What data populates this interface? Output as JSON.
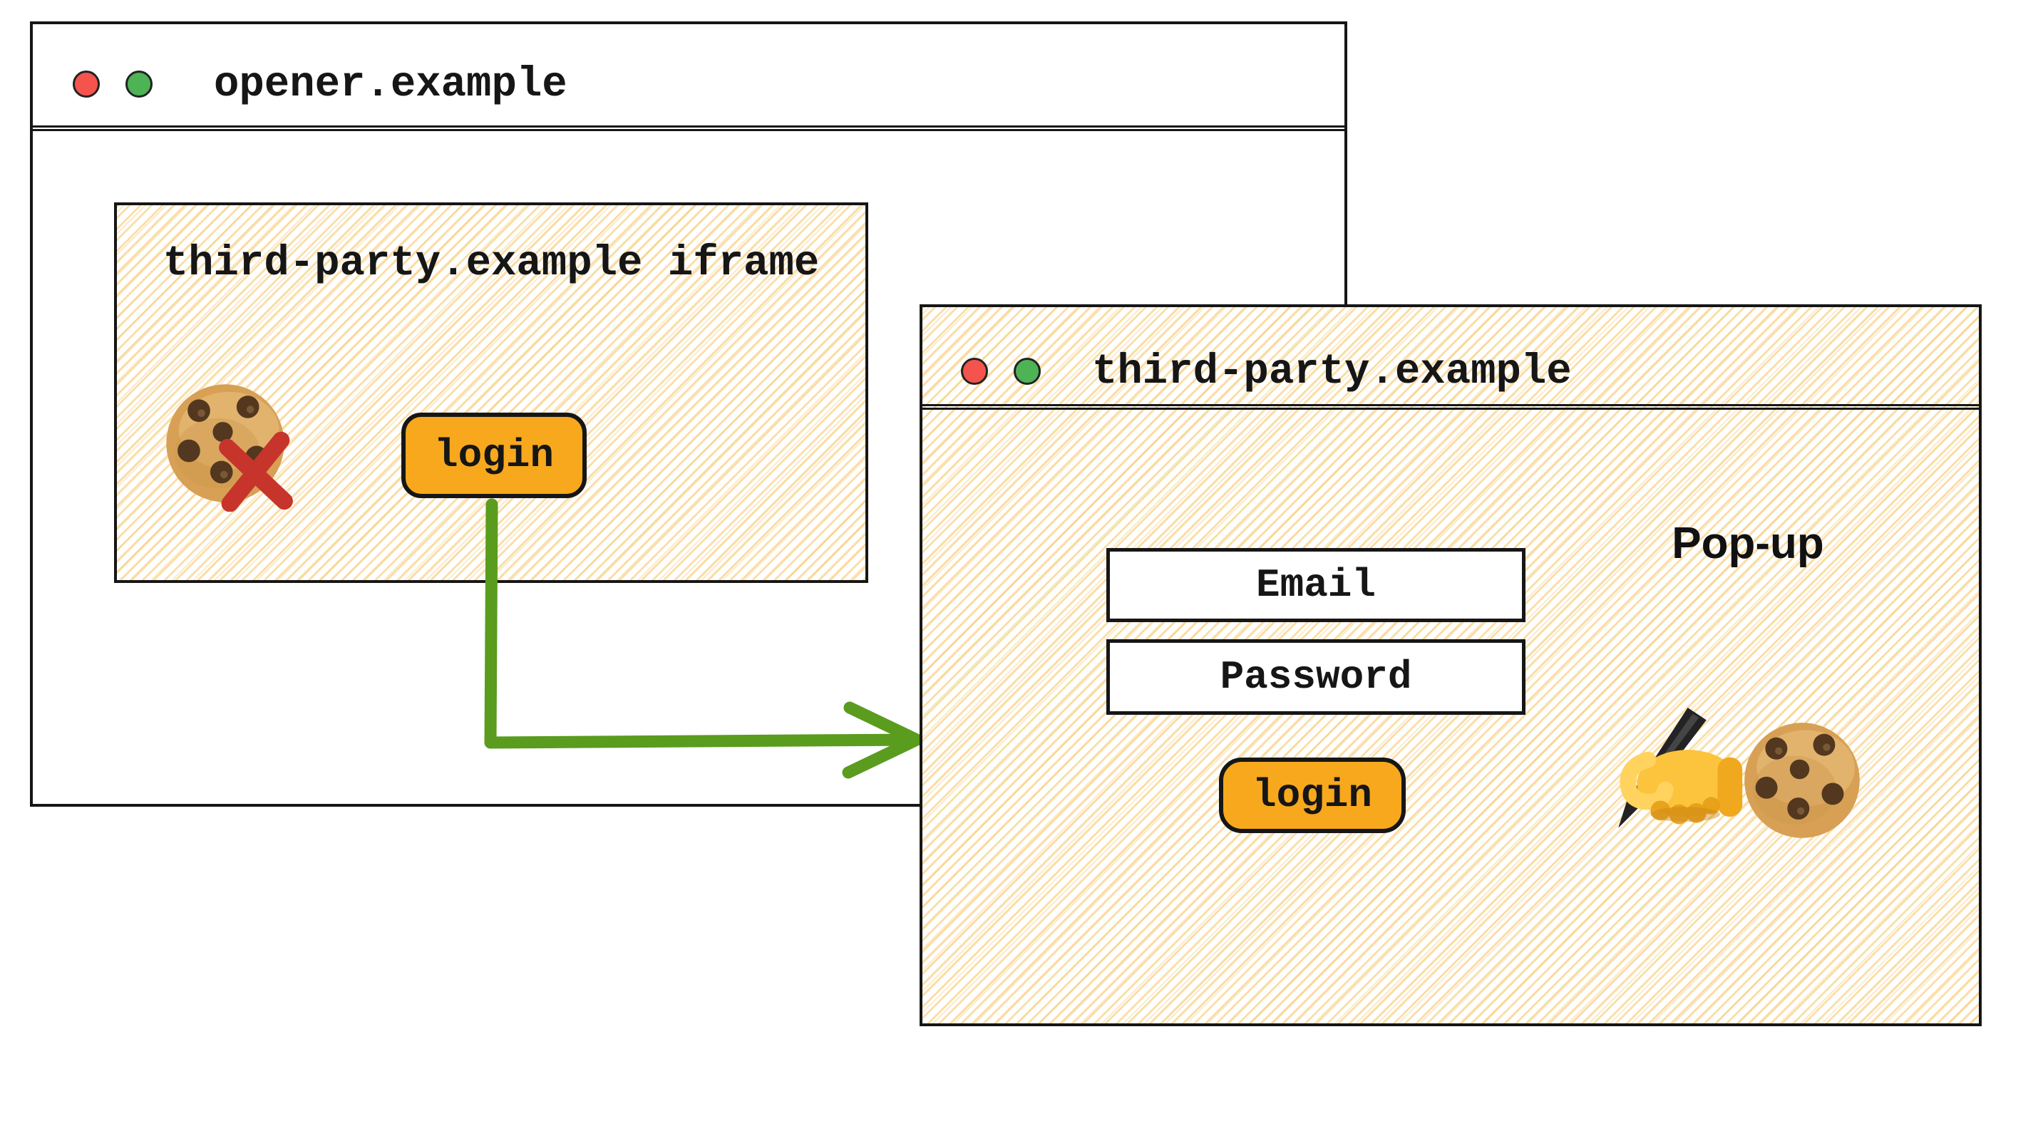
{
  "diagram": {
    "opener_window": {
      "title": "opener.example",
      "traffic_lights": [
        "close",
        "maximize"
      ],
      "iframe": {
        "title": "third-party.example iframe",
        "login_button": "login",
        "cookie_icon": "cookie-blocked",
        "cookie_status": "third-party cookie blocked"
      }
    },
    "arrow": {
      "meaning": "login click opens pop-up",
      "from": "iframe login button",
      "to": "pop-up window"
    },
    "popup_window": {
      "title": "third-party.example",
      "traffic_lights": [
        "close",
        "maximize"
      ],
      "window_label": "Pop-up",
      "email_field": "Email",
      "password_field": "Password",
      "login_button": "login",
      "icons": [
        "writing-hand",
        "cookie"
      ]
    },
    "colors": {
      "ink": "#161616",
      "accent-orange": "#f8a81c",
      "arrow-green": "#5a9c1e",
      "blocked-red": "#c6342c",
      "traffic-red": "#f4544c",
      "traffic-green": "#4db354",
      "hatch-yellow": "#f6c86e"
    }
  }
}
